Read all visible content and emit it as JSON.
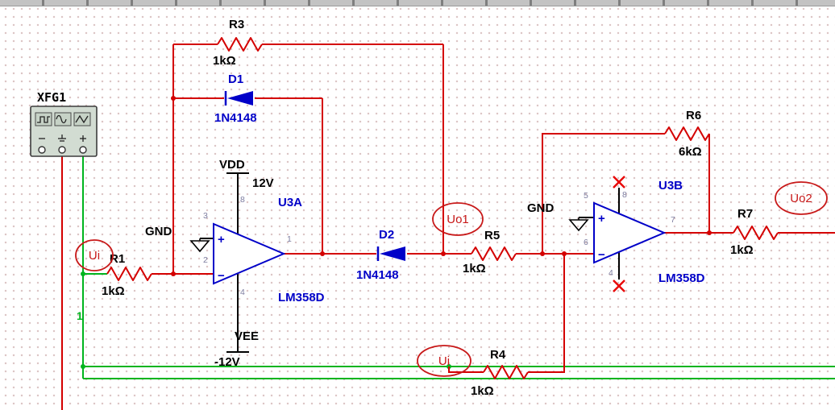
{
  "colors": {
    "wire_red": "#d40000",
    "net_green": "#00b41e",
    "component_blue": "#0000c8",
    "annotation_red": "#c81919",
    "pin_number_gray": "#7d7da0",
    "grid_dot": "#dcc6c6",
    "toolbar_gray": "#c3c3c3",
    "instrument_fill": "#d2dcd2"
  },
  "xfg1": {
    "label": "XFG1"
  },
  "nets": {
    "net1": "1"
  },
  "resistors": {
    "r1": {
      "ref": "R1",
      "value": "1kΩ"
    },
    "r3": {
      "ref": "R3",
      "value": "1kΩ"
    },
    "r4": {
      "ref": "R4",
      "value": "1kΩ"
    },
    "r5": {
      "ref": "R5",
      "value": "1kΩ"
    },
    "r6": {
      "ref": "R6",
      "value": "6kΩ"
    },
    "r7": {
      "ref": "R7",
      "value": "1kΩ"
    }
  },
  "diodes": {
    "d1": {
      "ref": "D1",
      "value": "1N4148"
    },
    "d2": {
      "ref": "D2",
      "value": "1N4148"
    }
  },
  "opamps": {
    "u3a": {
      "ref": "U3A",
      "model": "LM358D",
      "plus_sign": "+",
      "minus_sign": "−",
      "pin_noninv": "3",
      "pin_inv": "2",
      "pin_out": "1",
      "pin_vcc": "8",
      "pin_vee": "4"
    },
    "u3b": {
      "ref": "U3B",
      "model": "LM358D",
      "plus_sign": "+",
      "minus_sign": "−",
      "pin_noninv": "5",
      "pin_inv": "6",
      "pin_out": "7",
      "pin_vcc": "8",
      "pin_vee": "4"
    }
  },
  "power": {
    "vdd": {
      "label": "VDD",
      "value": "12V"
    },
    "vee": {
      "label": "VEE",
      "value": "-12V"
    },
    "gnd_u3a": "GND",
    "gnd_u3b": "GND"
  },
  "probes": {
    "ui_input": "Ui",
    "uo1": "Uo1",
    "ui_r4": "Ui",
    "uo2": "Uo2"
  }
}
